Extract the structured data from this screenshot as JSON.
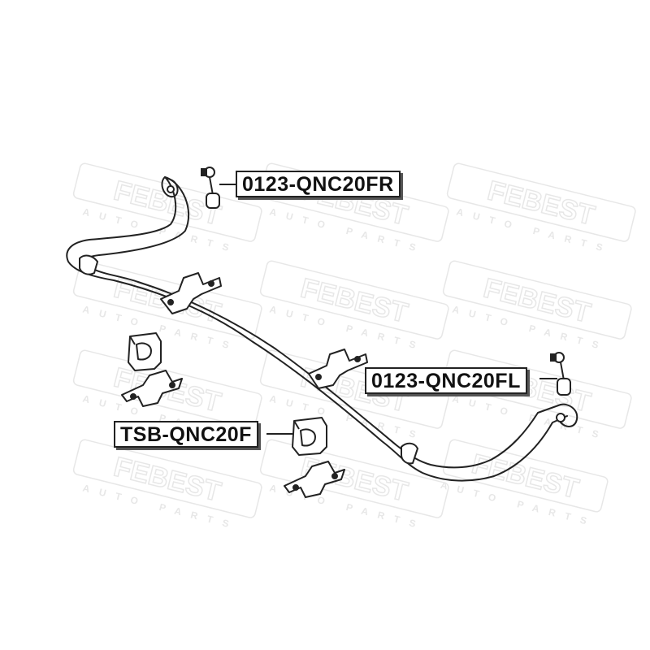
{
  "watermark": {
    "brand": "FEBEST",
    "tagline": "AUTO PARTS"
  },
  "parts": {
    "link_right": "0123-QNC20FR",
    "link_left": "0123-QNC20FL",
    "bushing": "TSB-QNC20F"
  }
}
